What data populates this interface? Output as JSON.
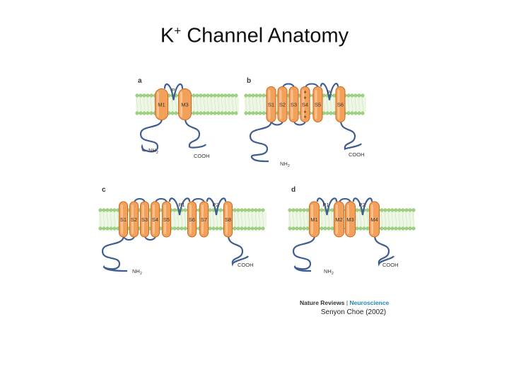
{
  "slide": {
    "title_main": "K",
    "title_sup": "+",
    "title_rest": " Channel Anatomy",
    "credit": "Senyon Choe (2002)",
    "journal_left": "Nature Reviews",
    "journal_sep": "|",
    "journal_right": "Neuroscience"
  },
  "colors": {
    "helix_fill": "#f2a05a",
    "helix_stroke": "#c96a20",
    "membrane_heads": "#9fd37d",
    "tail_line": "#3f5d8f",
    "journal_accent": "#1f86c2"
  },
  "panels": [
    {
      "id": "a",
      "letter": "a",
      "helices": [
        {
          "label": "M1"
        },
        {
          "label": "M3"
        }
      ],
      "loops": [
        {
          "label": "P"
        }
      ],
      "nterm": "NH2",
      "cterm": "COOH"
    },
    {
      "id": "b",
      "letter": "b",
      "helices": [
        {
          "label": "S1"
        },
        {
          "label": "S2"
        },
        {
          "label": "S3"
        },
        {
          "label": "S4"
        },
        {
          "label": "S5"
        },
        {
          "label": "S6"
        }
      ],
      "loops": [
        {
          "label": "P"
        }
      ],
      "charges": "+",
      "nterm": "NH2",
      "cterm": "COOH"
    },
    {
      "id": "c",
      "letter": "c",
      "helices": [
        {
          "label": "S1"
        },
        {
          "label": "S2"
        },
        {
          "label": "S3"
        },
        {
          "label": "S4"
        },
        {
          "label": "S5"
        },
        {
          "label": "S6"
        },
        {
          "label": "S7"
        },
        {
          "label": "S8"
        }
      ],
      "loops": [
        {
          "label": "P1"
        },
        {
          "label": "P2"
        }
      ],
      "nterm": "NH2",
      "cterm": "COOH"
    },
    {
      "id": "d",
      "letter": "d",
      "helices": [
        {
          "label": "M1"
        },
        {
          "label": "M2"
        },
        {
          "label": "M3"
        },
        {
          "label": "M4"
        }
      ],
      "loops": [
        {
          "label": "P1"
        },
        {
          "label": "P2"
        }
      ],
      "nterm": "NH2",
      "cterm": "COOH"
    }
  ]
}
